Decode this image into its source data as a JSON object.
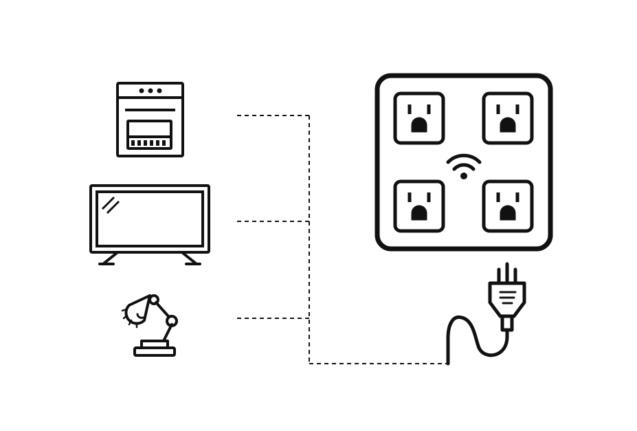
{
  "diagram": {
    "devices": [
      {
        "id": "oven",
        "icon": "oven-icon"
      },
      {
        "id": "tv",
        "icon": "tv-icon"
      },
      {
        "id": "lamp",
        "icon": "desk-lamp-icon"
      }
    ],
    "hub": {
      "icon": "smart-power-strip-icon",
      "outlet_count": 4,
      "status_icon": "wifi-icon"
    },
    "plug": {
      "icon": "power-plug-icon"
    },
    "connector_style": "dashed",
    "stroke_color": "#111111",
    "background_color": "#ffffff"
  }
}
